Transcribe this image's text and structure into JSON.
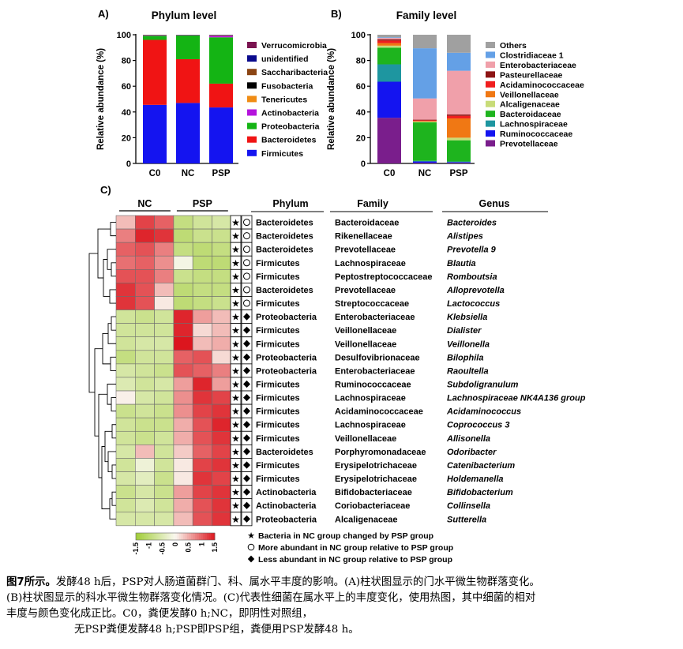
{
  "chart_data": [
    {
      "panel": "A)",
      "type": "bar",
      "stacked": true,
      "title": "Phylum level",
      "ylabel": "Relative abundance (%)",
      "ylim": [
        0,
        100
      ],
      "yticks": [
        0,
        20,
        40,
        60,
        80,
        100
      ],
      "categories": [
        "C0",
        "NC",
        "PSP"
      ],
      "legend_position": "right",
      "series": [
        {
          "name": "Firmicutes",
          "color": "#1414f0",
          "values": [
            45.5,
            47,
            43.5
          ]
        },
        {
          "name": "Bacteroidetes",
          "color": "#f01414",
          "values": [
            50.5,
            34,
            18.5
          ]
        },
        {
          "name": "Proteobacteria",
          "color": "#14b414",
          "values": [
            3.2,
            18.5,
            36
          ]
        },
        {
          "name": "Actinobacteria",
          "color": "#b414dc",
          "values": [
            0.3,
            0.2,
            1.2
          ]
        },
        {
          "name": "Tenericutes",
          "color": "#f08c14",
          "values": [
            0.1,
            0.1,
            0.2
          ]
        },
        {
          "name": "Fusobacteria",
          "color": "#000000",
          "values": [
            0.1,
            0.1,
            0.2
          ]
        },
        {
          "name": "Saccharibacteria",
          "color": "#8b4513",
          "values": [
            0.1,
            0.05,
            0.2
          ]
        },
        {
          "name": "unidentified",
          "color": "#0a0a8c",
          "values": [
            0.1,
            0.05,
            0.2
          ]
        },
        {
          "name": "Verrucomicrobia",
          "color": "#7a1450",
          "values": [
            0.1,
            0,
            0
          ]
        }
      ]
    },
    {
      "panel": "B)",
      "type": "bar",
      "stacked": true,
      "title": "Family level",
      "ylabel": "Relative abundance (%)",
      "ylim": [
        0,
        100
      ],
      "yticks": [
        0,
        20,
        40,
        60,
        80,
        100
      ],
      "categories": [
        "C0",
        "NC",
        "PSP"
      ],
      "legend_position": "right",
      "series": [
        {
          "name": "Prevotellaceae",
          "color": "#7a1e8c",
          "values": [
            35.5,
            0.5,
            0.5
          ]
        },
        {
          "name": "Ruminococcaceae",
          "color": "#1414f0",
          "values": [
            28,
            1,
            0.5
          ]
        },
        {
          "name": "Lachnospiraceae",
          "color": "#1e96a0",
          "values": [
            13.5,
            0.5,
            0.5
          ]
        },
        {
          "name": "Bacteroidaceae",
          "color": "#1eb41e",
          "values": [
            13,
            30,
            16.5
          ]
        },
        {
          "name": "Alcaligenaceae",
          "color": "#c8dc78",
          "values": [
            1.5,
            0.5,
            2
          ]
        },
        {
          "name": "Veillonellaceae",
          "color": "#f07814",
          "values": [
            2,
            0.5,
            15
          ]
        },
        {
          "name": "Acidaminococcaceae",
          "color": "#f01e1e",
          "values": [
            2,
            0.5,
            2
          ]
        },
        {
          "name": "Pasteurellaceae",
          "color": "#8c1414",
          "values": [
            1,
            0.5,
            1
          ]
        },
        {
          "name": "Enterobacteriaceae",
          "color": "#f0a0aa",
          "values": [
            1,
            16.5,
            34
          ]
        },
        {
          "name": "Clostridiaceae 1",
          "color": "#64a0e6",
          "values": [
            0.5,
            39,
            14
          ]
        },
        {
          "name": "Others",
          "color": "#a0a0a0",
          "values": [
            2,
            10.5,
            14
          ]
        }
      ]
    },
    {
      "panel": "C)",
      "type": "heatmap",
      "groups": [
        "NC",
        "PSP"
      ],
      "column_headers": [
        "Phylum",
        "Family",
        "Genus"
      ],
      "colorbar_ticks": [
        "-1.5",
        "-1",
        "-0.5",
        "0",
        "0.5",
        "1",
        "1.5"
      ],
      "legend": [
        {
          "symbol": "★",
          "text": "Bacteria in NC group changed by PSP group"
        },
        {
          "symbol": "○",
          "text": "More abundant in NC group  relative to PSP group"
        },
        {
          "symbol": "◆",
          "text": "Less abundant in NC group  relative to PSP group"
        }
      ],
      "rows": [
        {
          "phylum": "Bacteroidetes",
          "family": "Bacteroidaceae",
          "genus": "Bacteroides",
          "more": true,
          "values": [
            0.4,
            1.2,
            1.0,
            -0.9,
            -0.7,
            -0.6
          ]
        },
        {
          "phylum": "Bacteroidetes",
          "family": "Rikenellaceae",
          "genus": "Alistipes",
          "more": true,
          "values": [
            0.8,
            1.4,
            1.3,
            -1.0,
            -0.8,
            -0.8
          ]
        },
        {
          "phylum": "Bacteroidetes",
          "family": "Prevotellaceae",
          "genus": "Prevotella 9",
          "more": true,
          "values": [
            1.0,
            1.1,
            0.8,
            -0.9,
            -1.0,
            -0.9
          ]
        },
        {
          "phylum": "Firmicutes",
          "family": "Lachnospiraceae",
          "genus": "Blautia",
          "more": true,
          "values": [
            0.9,
            1.0,
            0.7,
            -0.1,
            -1.0,
            -1.0
          ]
        },
        {
          "phylum": "Firmicutes",
          "family": "Peptostreptococcaceae",
          "genus": "Romboutsia",
          "more": true,
          "values": [
            1.1,
            1.1,
            0.8,
            -0.8,
            -0.9,
            -0.9
          ]
        },
        {
          "phylum": "Bacteroidetes",
          "family": "Prevotellaceae",
          "genus": "Alloprevotella",
          "more": true,
          "values": [
            1.3,
            1.1,
            0.4,
            -1.0,
            -0.9,
            -0.9
          ]
        },
        {
          "phylum": "Firmicutes",
          "family": "Streptococcaceae",
          "genus": "Lactococcus",
          "more": true,
          "values": [
            1.3,
            1.1,
            0.1,
            -1.0,
            -0.9,
            -0.8
          ]
        },
        {
          "phylum": "Proteobacteria",
          "family": "Enterobacteriaceae",
          "genus": "Klebsiella",
          "more": false,
          "values": [
            -0.7,
            -0.8,
            -0.7,
            1.4,
            0.6,
            0.4
          ]
        },
        {
          "phylum": "Firmicutes",
          "family": "Veillonellaceae",
          "genus": "Dialister",
          "more": false,
          "values": [
            -0.7,
            -0.7,
            -0.7,
            1.4,
            0.2,
            0.4
          ]
        },
        {
          "phylum": "Firmicutes",
          "family": "Veillonellaceae",
          "genus": "Veillonella",
          "more": false,
          "values": [
            -0.7,
            -0.6,
            -0.6,
            1.5,
            0.4,
            0.5
          ]
        },
        {
          "phylum": "Proteobacteria",
          "family": "Desulfovibrionaceae",
          "genus": "Bilophila",
          "more": false,
          "values": [
            -0.9,
            -0.7,
            -0.7,
            1.0,
            1.1,
            0.2
          ]
        },
        {
          "phylum": "Proteobacteria",
          "family": "Enterobacteriaceae",
          "genus": "Raoultella",
          "more": false,
          "values": [
            -0.6,
            -0.7,
            -0.8,
            1.1,
            1.0,
            0.8
          ]
        },
        {
          "phylum": "Firmicutes",
          "family": "Ruminococcaceae",
          "genus": "Subdoligranulum",
          "more": false,
          "values": [
            -0.5,
            -0.7,
            -0.6,
            0.6,
            1.4,
            0.6
          ]
        },
        {
          "phylum": "Firmicutes",
          "family": "Lachnospiraceae",
          "genus": "Lachnospiraceae NK4A136 group",
          "more": false,
          "values": [
            0.05,
            -0.6,
            -0.7,
            0.7,
            1.3,
            1.2
          ]
        },
        {
          "phylum": "Firmicutes",
          "family": "Acidaminococcaceae",
          "genus": "Acidaminococcus",
          "more": false,
          "values": [
            -0.8,
            -0.7,
            -0.8,
            0.7,
            1.2,
            1.3
          ]
        },
        {
          "phylum": "Firmicutes",
          "family": "Lachnospiraceae",
          "genus": "Coprococcus 3",
          "more": false,
          "values": [
            -0.7,
            -0.8,
            -0.8,
            0.5,
            1.1,
            1.4
          ]
        },
        {
          "phylum": "Firmicutes",
          "family": "Veillonellaceae",
          "genus": "Allisonella",
          "more": false,
          "values": [
            -0.7,
            -0.8,
            -0.7,
            0.5,
            1.1,
            1.3
          ]
        },
        {
          "phylum": "Bacteroidetes",
          "family": "Porphyromonadaceae",
          "genus": "Odoribacter",
          "more": false,
          "values": [
            -0.6,
            0.4,
            -0.7,
            0.3,
            1.0,
            1.2
          ]
        },
        {
          "phylum": "Firmicutes",
          "family": "Erysipelotrichaceae",
          "genus": "Catenibacterium",
          "more": false,
          "values": [
            -0.7,
            -0.2,
            -0.7,
            0.1,
            1.2,
            1.3
          ]
        },
        {
          "phylum": "Firmicutes",
          "family": "Erysipelotrichaceae",
          "genus": "Holdemanella",
          "more": false,
          "values": [
            -0.6,
            -0.4,
            -0.8,
            0.1,
            1.3,
            1.2
          ]
        },
        {
          "phylum": "Actinobacteria",
          "family": "Bifidobacteriaceae",
          "genus": "Bifidobacterium",
          "more": false,
          "values": [
            -0.8,
            -0.6,
            -0.8,
            0.6,
            1.2,
            1.3
          ]
        },
        {
          "phylum": "Actinobacteria",
          "family": "Coriobacteriaceae",
          "genus": "Collinsella",
          "more": false,
          "values": [
            -0.7,
            -0.5,
            -0.7,
            0.5,
            1.1,
            1.3
          ]
        },
        {
          "phylum": "Proteobacteria",
          "family": "Alcaligenaceae",
          "genus": "Sutterella",
          "more": false,
          "values": [
            -0.6,
            -0.6,
            -0.6,
            0.4,
            1.1,
            1.3
          ]
        }
      ]
    }
  ],
  "caption": {
    "lead": "图7所示。",
    "line1": "发酵48 h后，PSP对人肠道菌群门、科、属水平丰度的影响。(A)柱状图显示的门水平微生物群落变化。",
    "line2": "(B)柱状图显示的科水平微生物群落变化情况。(C)代表性细菌在属水平上的丰度变化，使用热图，其中细菌的相对",
    "line3": "丰度与颜色变化成正比。C0，粪便发酵0 h;NC，即阴性对照组，",
    "line4": "无PSP粪便发酵48 h;PSP即PSP组，粪便用PSP发酵48 h。"
  }
}
